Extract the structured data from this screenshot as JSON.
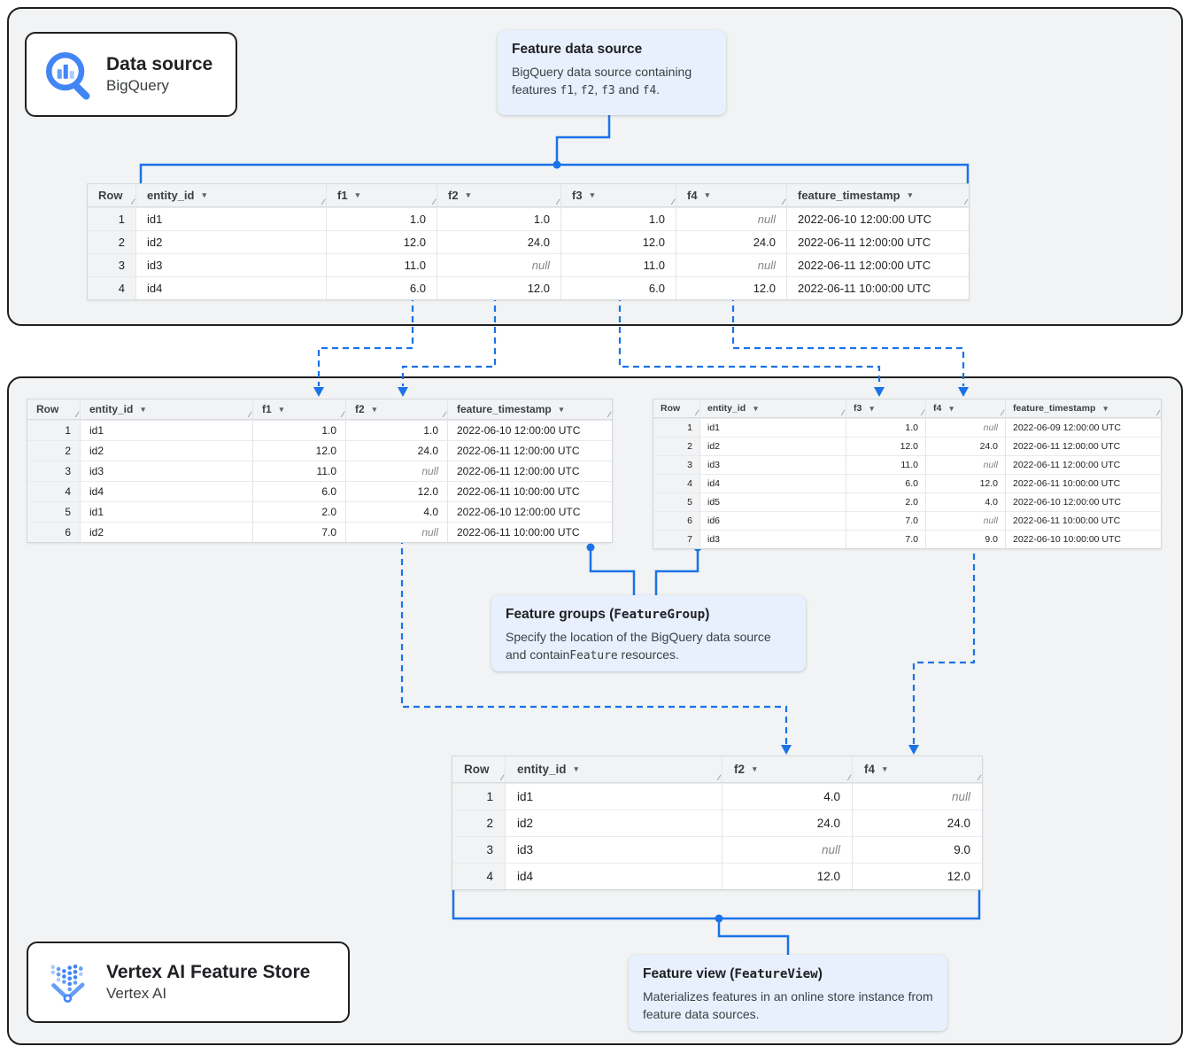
{
  "colors": {
    "accent_blue": "#1a73e8",
    "icon_blue": "#4285f4",
    "icon_blue_medium": "#669df6",
    "icon_blue_light": "#aecbfa",
    "callout_bg": "#e8f0fe",
    "panel_bg": "#f1f3f4",
    "table_header_bg": "#f2f3f4",
    "null_text": "#80868b",
    "panel_border": "#1f1f1f"
  },
  "icons": {
    "sort_arrow": "▾",
    "resize_handle": "∕∕",
    "bigquery": "bigquery-magnifier-with-bars",
    "vertex_ai": "vertex-ai-dotted-v"
  },
  "badges": {
    "data_source": {
      "title": "Data source",
      "subtitle": "BigQuery"
    },
    "vertex": {
      "title": "Vertex AI Feature Store",
      "subtitle": "Vertex AI"
    }
  },
  "callouts": {
    "feature_data_source": {
      "title": [
        {
          "t": "Feature data source"
        }
      ],
      "body": [
        {
          "t": "BigQuery data source containing features "
        },
        {
          "t": "f1",
          "mono": true
        },
        {
          "t": ", "
        },
        {
          "t": "f2",
          "mono": true
        },
        {
          "t": ", "
        },
        {
          "t": "f3",
          "mono": true
        },
        {
          "t": " and "
        },
        {
          "t": "f4",
          "mono": true
        },
        {
          "t": "."
        }
      ]
    },
    "feature_groups": {
      "title": [
        {
          "t": "Feature groups ("
        },
        {
          "t": "FeatureGroup",
          "mono": true
        },
        {
          "t": ")"
        }
      ],
      "body": [
        {
          "t": "Specify the location of the BigQuery data source and contain"
        },
        {
          "t": "Feature",
          "mono": true
        },
        {
          "t": " resources."
        }
      ]
    },
    "feature_view": {
      "title": [
        {
          "t": "Feature view ("
        },
        {
          "t": "FeatureView",
          "mono": true
        },
        {
          "t": ")"
        }
      ],
      "body": [
        {
          "t": "Materializes features in an online store instance from feature data sources."
        }
      ]
    }
  },
  "null_display": "null",
  "tables": {
    "source": {
      "columns": [
        {
          "label": "Row",
          "sortable": false,
          "align": "left"
        },
        {
          "label": "entity_id",
          "sortable": true,
          "align": "left"
        },
        {
          "label": "f1",
          "sortable": true,
          "align": "right"
        },
        {
          "label": "f2",
          "sortable": true,
          "align": "right"
        },
        {
          "label": "f3",
          "sortable": true,
          "align": "right"
        },
        {
          "label": "f4",
          "sortable": true,
          "align": "right"
        },
        {
          "label": "feature_timestamp",
          "sortable": true,
          "align": "left"
        }
      ],
      "rows": [
        [
          "1",
          "id1",
          "1.0",
          "1.0",
          "1.0",
          "null",
          "2022-06-10 12:00:00 UTC"
        ],
        [
          "2",
          "id2",
          "12.0",
          "24.0",
          "12.0",
          "24.0",
          "2022-06-11 12:00:00 UTC"
        ],
        [
          "3",
          "id3",
          "11.0",
          "null",
          "11.0",
          "null",
          "2022-06-11 12:00:00 UTC"
        ],
        [
          "4",
          "id4",
          "6.0",
          "12.0",
          "6.0",
          "12.0",
          "2022-06-11 10:00:00 UTC"
        ]
      ]
    },
    "group_f1_f2": {
      "columns": [
        {
          "label": "Row",
          "sortable": false,
          "align": "left"
        },
        {
          "label": "entity_id",
          "sortable": true,
          "align": "left"
        },
        {
          "label": "f1",
          "sortable": true,
          "align": "right"
        },
        {
          "label": "f2",
          "sortable": true,
          "align": "right"
        },
        {
          "label": "feature_timestamp",
          "sortable": true,
          "align": "left"
        }
      ],
      "rows": [
        [
          "1",
          "id1",
          "1.0",
          "1.0",
          "2022-06-10 12:00:00 UTC"
        ],
        [
          "2",
          "id2",
          "12.0",
          "24.0",
          "2022-06-11 12:00:00 UTC"
        ],
        [
          "3",
          "id3",
          "11.0",
          "null",
          "2022-06-11 12:00:00 UTC"
        ],
        [
          "4",
          "id4",
          "6.0",
          "12.0",
          "2022-06-11 10:00:00 UTC"
        ],
        [
          "5",
          "id1",
          "2.0",
          "4.0",
          "2022-06-10 12:00:00 UTC"
        ],
        [
          "6",
          "id2",
          "7.0",
          "null",
          "2022-06-11 10:00:00 UTC"
        ]
      ]
    },
    "group_f3_f4": {
      "columns": [
        {
          "label": "Row",
          "sortable": false,
          "align": "left"
        },
        {
          "label": "entity_id",
          "sortable": true,
          "align": "left"
        },
        {
          "label": "f3",
          "sortable": true,
          "align": "right"
        },
        {
          "label": "f4",
          "sortable": true,
          "align": "right"
        },
        {
          "label": "feature_timestamp",
          "sortable": true,
          "align": "left"
        }
      ],
      "rows": [
        [
          "1",
          "id1",
          "1.0",
          "null",
          "2022-06-09 12:00:00 UTC"
        ],
        [
          "2",
          "id2",
          "12.0",
          "24.0",
          "2022-06-11 12:00:00 UTC"
        ],
        [
          "3",
          "id3",
          "11.0",
          "null",
          "2022-06-11 12:00:00 UTC"
        ],
        [
          "4",
          "id4",
          "6.0",
          "12.0",
          "2022-06-11 10:00:00 UTC"
        ],
        [
          "5",
          "id5",
          "2.0",
          "4.0",
          "2022-06-10 12:00:00 UTC"
        ],
        [
          "6",
          "id6",
          "7.0",
          "null",
          "2022-06-11 10:00:00 UTC"
        ],
        [
          "7",
          "id3",
          "7.0",
          "9.0",
          "2022-06-10 10:00:00 UTC"
        ]
      ]
    },
    "view_f2_f4": {
      "columns": [
        {
          "label": "Row",
          "sortable": false,
          "align": "left"
        },
        {
          "label": "entity_id",
          "sortable": true,
          "align": "left"
        },
        {
          "label": "f2",
          "sortable": true,
          "align": "right"
        },
        {
          "label": "f4",
          "sortable": true,
          "align": "right"
        }
      ],
      "rows": [
        [
          "1",
          "id1",
          "4.0",
          "null"
        ],
        [
          "2",
          "id2",
          "24.0",
          "24.0"
        ],
        [
          "3",
          "id3",
          "null",
          "9.0"
        ],
        [
          "4",
          "id4",
          "12.0",
          "12.0"
        ]
      ]
    }
  }
}
